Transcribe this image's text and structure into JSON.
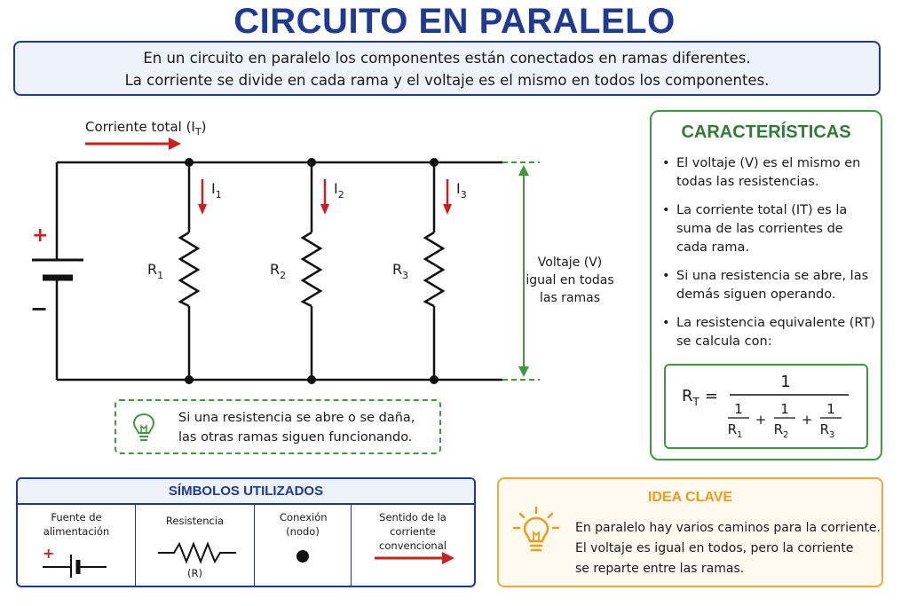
{
  "title": "CIRCUITO EN PARALELO",
  "intro": {
    "line1": "En un circuito en paralelo los componentes están conectados en ramas diferentes.",
    "line2": "La corriente se divide en cada rama y el voltaje es el mismo en todos los componentes."
  },
  "circuit": {
    "total_current": "Corriente total (I",
    "total_current_sub": "T",
    "total_current_end": ")",
    "battery_plus": "+",
    "battery_minus": "−",
    "branches": [
      {
        "current": "I",
        "current_sub": "1",
        "resistor": "R",
        "resistor_sub": "1"
      },
      {
        "current": "I",
        "current_sub": "2",
        "resistor": "R",
        "resistor_sub": "2"
      },
      {
        "current": "I",
        "current_sub": "3",
        "resistor": "R",
        "resistor_sub": "3"
      }
    ],
    "voltage_label": [
      "Voltaje (V)",
      "igual en todas",
      "las ramas"
    ]
  },
  "tip": {
    "line1": "Si una resistencia se abre o se daña,",
    "line2": "las otras ramas siguen funcionando."
  },
  "characteristics": {
    "title": "CARACTERÍSTICAS",
    "items": [
      "El voltaje (V) es el mismo en todas las resistencias.",
      "La corriente total (IT) es la suma de las corrientes de cada rama.",
      "Si una resistencia se abre, las demás siguen operando.",
      "La resistencia equivalente (RT) se calcula con:"
    ],
    "formula": {
      "lhs": "R",
      "lhs_sub": "T",
      "equals": "=",
      "numerator": "1",
      "terms": [
        {
          "num": "1",
          "den": "R",
          "den_sub": "1"
        },
        {
          "num": "1",
          "den": "R",
          "den_sub": "2"
        },
        {
          "num": "1",
          "den": "R",
          "den_sub": "3"
        }
      ],
      "plus": "+"
    }
  },
  "symbols": {
    "title": "SÍMBOLOS UTILIZADOS",
    "cells": [
      {
        "label": "Fuente de alimentación",
        "extra": "+"
      },
      {
        "label": "Resistencia",
        "extra": "(R)"
      },
      {
        "label": "Conexión (nodo)",
        "extra": ""
      },
      {
        "label": "Sentido de la corriente convencional",
        "extra": ""
      }
    ]
  },
  "idea": {
    "title": "IDEA CLAVE",
    "line1": "En paralelo hay varios caminos para la corriente.",
    "line2": "El voltaje es igual en todos, pero la corriente",
    "line3": "se reparte entre las ramas."
  },
  "colors": {
    "accent_blue": "#1f3a93",
    "green": "#2e7d32",
    "red_arrow": "#cc1f1f",
    "orange": "#f29a1a"
  },
  "icons": [
    "lightbulb-icon-green",
    "lightbulb-icon-orange"
  ]
}
